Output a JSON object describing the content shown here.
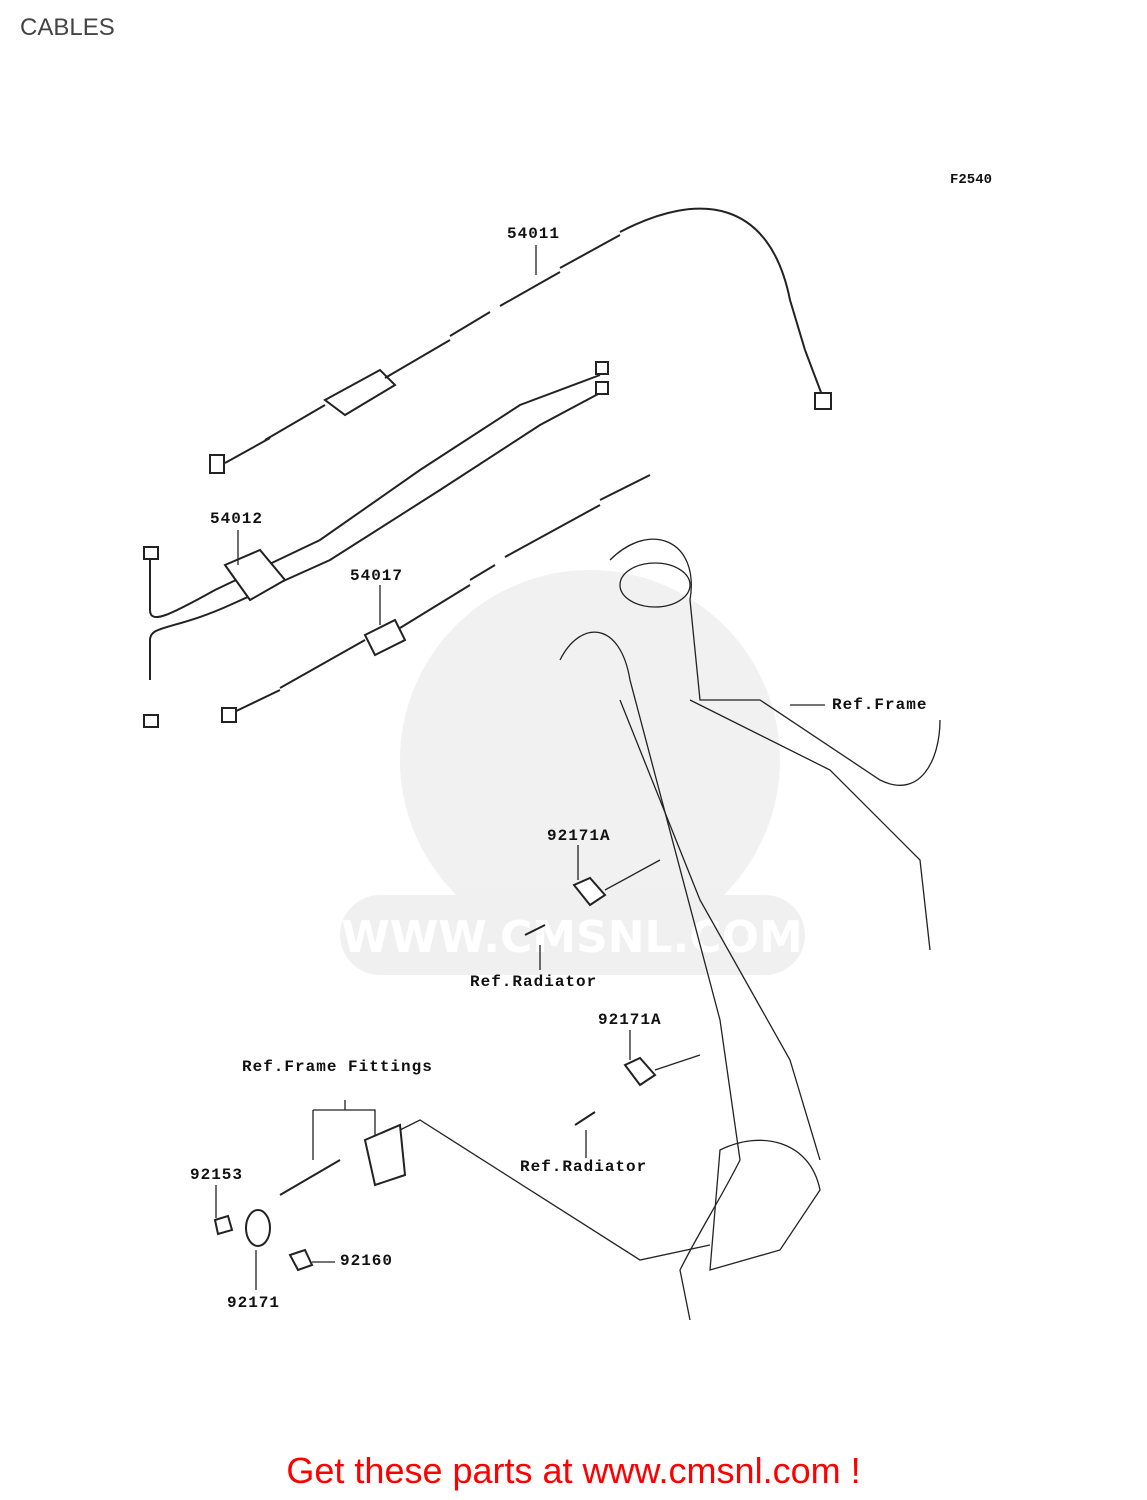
{
  "title": "CABLES",
  "diagram_code": "F2540",
  "labels": {
    "p54011": "54011",
    "p54012": "54012",
    "p54017": "54017",
    "ref_frame": "Ref.Frame",
    "p92171a_1": "92171A",
    "ref_radiator_1": "Ref.Radiator",
    "p92171a_2": "92171A",
    "ref_radiator_2": "Ref.Radiator",
    "ref_frame_fittings": "Ref.Frame Fittings",
    "p92153": "92153",
    "p92160": "92160",
    "p92171": "92171"
  },
  "watermark": "WWW.CMSNL.COM",
  "footer": "Get these parts at www.cmsnl.com !"
}
